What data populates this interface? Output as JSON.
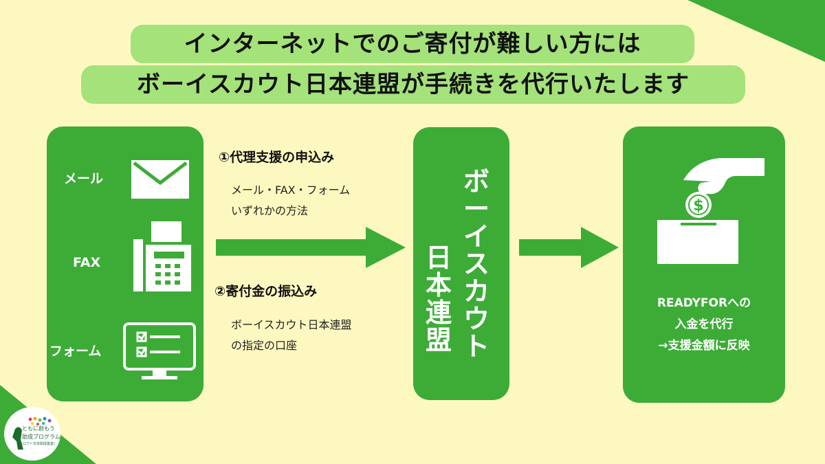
{
  "title": {
    "line1": "インターネットでのご寄付が難しい方には",
    "line2": "ボーイスカウト日本連盟が手続きを代行いたします"
  },
  "methods": [
    {
      "label": "メール",
      "icon": "envelope-icon"
    },
    {
      "label": "FAX",
      "icon": "fax-icon"
    },
    {
      "label": "フォーム",
      "icon": "form-monitor-icon"
    }
  ],
  "steps": [
    {
      "title": "①代理支援の申込み",
      "desc": [
        "メール・FAX・フォーム",
        "いずれかの方法"
      ]
    },
    {
      "title": "②寄付金の振込み",
      "desc": [
        "ボーイスカウト日本連盟",
        "の指定の口座"
      ]
    }
  ],
  "organization": {
    "line1": "ボーイスカウト",
    "line2": "日本連盟"
  },
  "readyfor": {
    "icon": "coin-deposit-icon",
    "lines": [
      "READYFORへの",
      "入金を代行",
      "→支援金額に反映"
    ]
  },
  "logo": {
    "line1": "ともに創もう",
    "line2": "助成プログラム",
    "line3": "（ロウト日本助成基金）"
  },
  "colors": {
    "background": "#fdf8bf",
    "panel_green": "#3dac37",
    "title_band": "#a4e27a",
    "corner_green": "#3dac37"
  }
}
